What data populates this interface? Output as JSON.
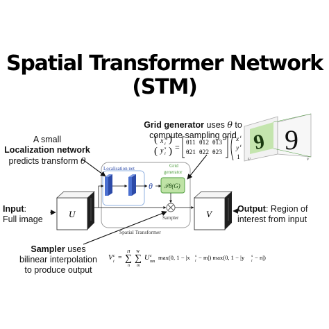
{
  "title": {
    "line1": "Spatial Transformer Network",
    "line2": "(STM)"
  },
  "annotations": {
    "localization": {
      "line1": "A small",
      "bold": "Localization network",
      "line3a": "predicts transform ",
      "theta": "θ"
    },
    "grid": {
      "bold": "Grid generator",
      "rest": " uses ",
      "theta": "θ",
      "rest2": " to",
      "line2": "compute sampling grid"
    },
    "input": {
      "bold": "Input",
      "rest": ":",
      "line2": "Full image"
    },
    "output": {
      "bold": "Output",
      "rest": ": Region of",
      "line2": "interest from input"
    },
    "sampler": {
      "bold": "Sampler",
      "rest": " uses",
      "line2": "bilinear interpolation",
      "line3": "to produce output"
    }
  },
  "matrix": {
    "lhs_top": "x",
    "lhs_top_sub": "i",
    "lhs_top_sup": "s",
    "lhs_bot": "y",
    "lhs_bot_sub": "i",
    "lhs_bot_sup": "s",
    "r1": [
      "θ11",
      "θ12",
      "θ13"
    ],
    "r2": [
      "θ21",
      "θ22",
      "θ23"
    ],
    "vec_top": "x",
    "vec_mid": "y",
    "vec_bot": "1",
    "vec_sup": "t"
  },
  "diagram": {
    "localisation_net": "Localisation net",
    "grid_generator_1": "Grid",
    "grid_generator_2": "generator",
    "theta": "θ",
    "transform": "𝒯θ(G)",
    "sampler": "Sampler",
    "spatial_transformer": "Spatial Transformer",
    "U": "U",
    "V": "V",
    "formula": "V_i^c = Σ_n^H Σ_m^W U_nm^c max(0, 1 − |x_i^s − m|) max(0, 1 − |y_i^s − n|)"
  },
  "thumbnail": {
    "label_left": "U",
    "label_right": "V",
    "digit": "9"
  },
  "colors": {
    "block_blue": "#4a6fd0",
    "block_blue_dark": "#2c4aa8",
    "green": "#4a9a3a",
    "green_fill": "#bfe3a6",
    "cube_dark": "#1f1f1f"
  }
}
